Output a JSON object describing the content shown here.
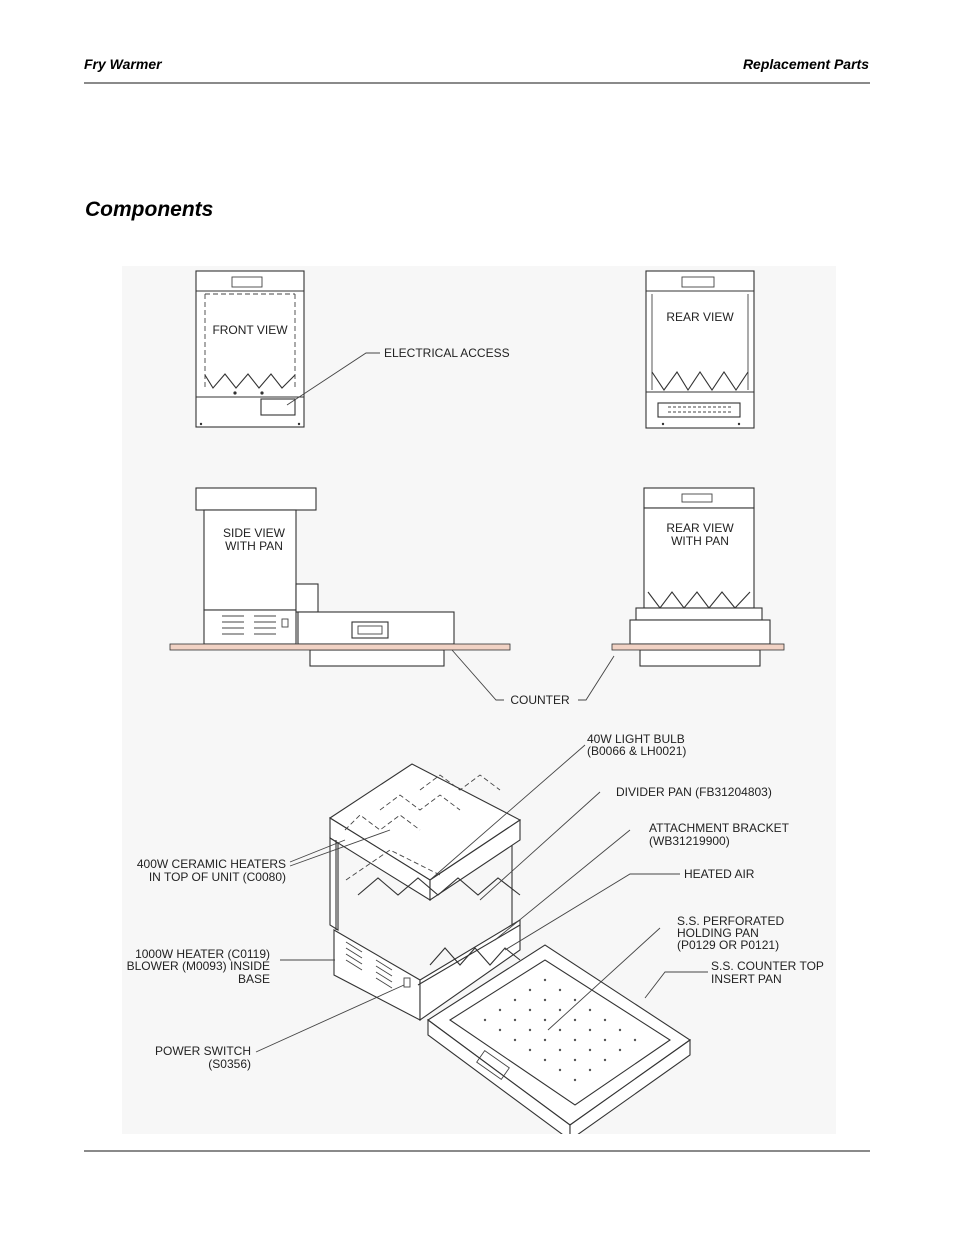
{
  "header": {
    "left": "Fry Warmer",
    "right": "Replacement Parts"
  },
  "section_title": "Components",
  "views": {
    "front": "FRONT VIEW",
    "rear": "REAR VIEW",
    "side_1": "SIDE VIEW",
    "side_2": "WITH PAN",
    "rear_pan_1": "REAR VIEW",
    "rear_pan_2": "WITH PAN"
  },
  "callouts": {
    "electrical_access": "ELECTRICAL ACCESS",
    "counter": "COUNTER",
    "light_bulb_1": "40W LIGHT BULB",
    "light_bulb_2": "(B0066 & LH0021)",
    "divider_pan": "DIVIDER PAN (FB31204803)",
    "bracket_1": "ATTACHMENT BRACKET",
    "bracket_2": "(WB31219900)",
    "heated_air": "HEATED AIR",
    "ceramic_1": "400W CERAMIC HEATERS",
    "ceramic_2": "IN TOP OF UNIT (C0080)",
    "perforated_1": "S.S. PERFORATED",
    "perforated_2": "HOLDING PAN",
    "perforated_3": "(P0129 OR P0121)",
    "heater_1": "1000W HEATER (C0119)",
    "heater_2": "BLOWER (M0093) INSIDE",
    "heater_3": "BASE",
    "insert_1": "S.S. COUNTER TOP",
    "insert_2": "INSERT PAN",
    "switch_1": "POWER SWITCH",
    "switch_2": "(S0356)"
  }
}
